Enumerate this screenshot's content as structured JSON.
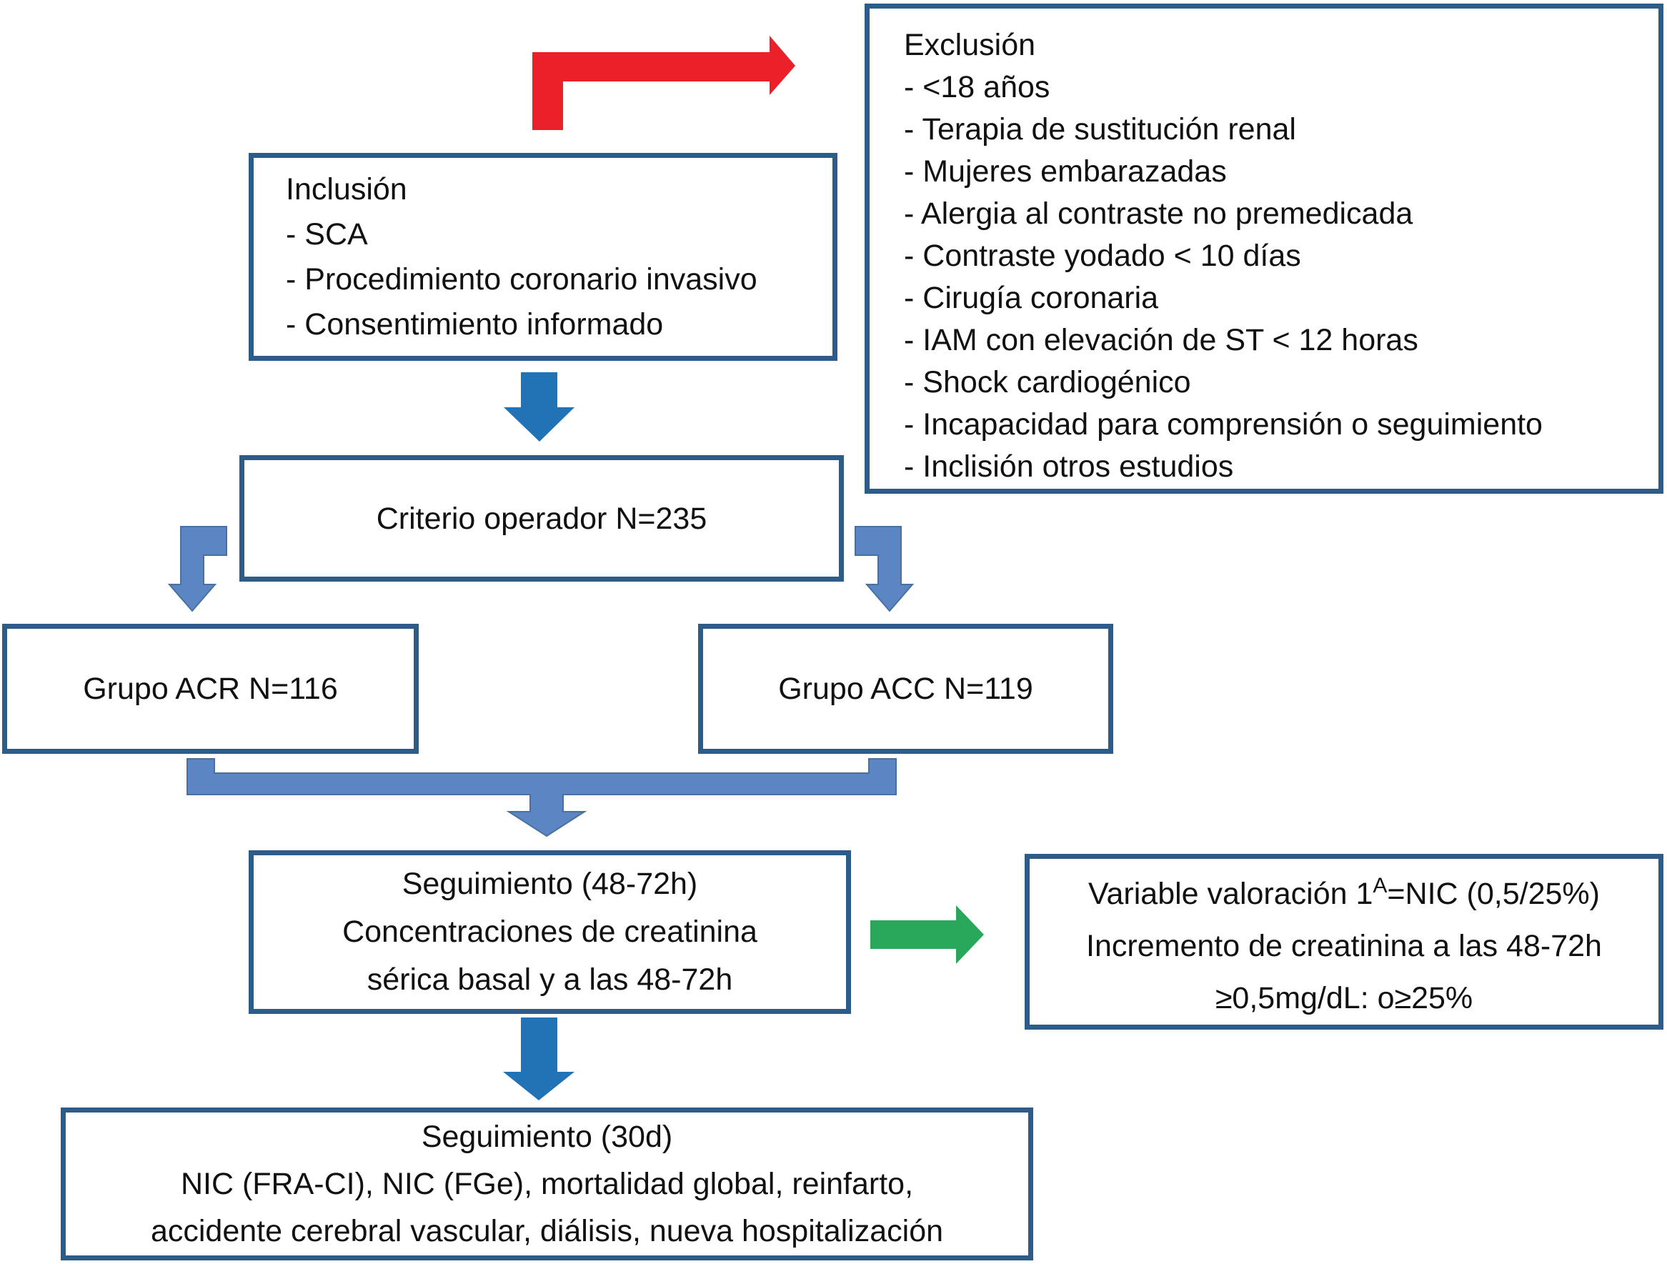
{
  "diagram": {
    "inclusion_box": {
      "title": "Inclusión",
      "items": [
        "- SCA",
        "- Procedimiento coronario invasivo",
        "- Consentimiento informado"
      ]
    },
    "exclusion_box": {
      "title": "Exclusión",
      "items": [
        "- <18 años",
        "- Terapia de sustitución renal",
        "- Mujeres embarazadas",
        "- Alergia al contraste no premedicada",
        "- Contraste yodado < 10 días",
        "- Cirugía coronaria",
        "- IAM con elevación de ST < 12 horas",
        "- Shock cardiogénico",
        "- Incapacidad para comprensión o seguimiento",
        "- Inclisión otros estudios"
      ]
    },
    "criterio_box": {
      "label": "Criterio operador N=235"
    },
    "grupo_acr_box": {
      "label": "Grupo ACR N=116"
    },
    "grupo_acc_box": {
      "label": "Grupo ACC N=119"
    },
    "seguimiento_48_72_box": {
      "lines": [
        "Seguimiento (48-72h)",
        "Concentraciones de creatinina",
        "sérica basal y a las 48-72h"
      ]
    },
    "variable_box": {
      "line1_prefix": "Variable valoración 1",
      "line1_superscript": "A",
      "line1_suffix": "=NIC (0,5/25%)",
      "line2": "Incremento de creatinina a las 48-72h",
      "line3": "≥0,5mg/dL: o≥25%"
    },
    "seguimiento_30d_box": {
      "lines": [
        "Seguimiento (30d)",
        "NIC (FRA-CI), NIC (FGe), mortalidad global, reinfarto,",
        "accidente cerebral vascular, diálisis, nueva hospitalización"
      ]
    },
    "colors": {
      "box_border": "#2e5c89",
      "arrow_red": "#ec2028",
      "arrow_blue": "#2173b5",
      "arrow_light_blue": "#5c86c3",
      "arrow_light_blue_edge": "#48719f",
      "arrow_green": "#29a75a",
      "text": "#111111"
    }
  }
}
